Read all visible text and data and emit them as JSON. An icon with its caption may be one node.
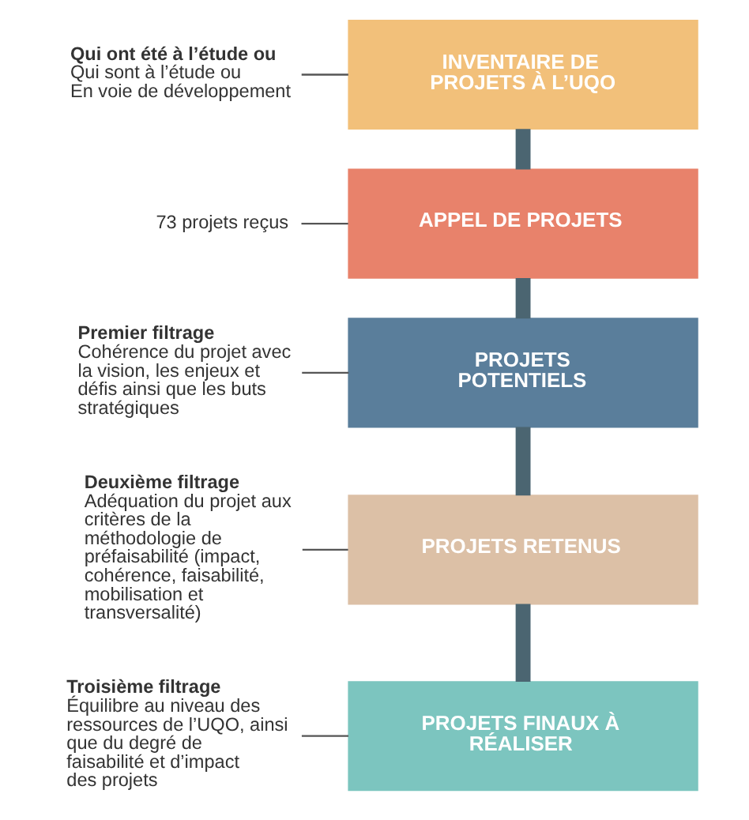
{
  "diagram": {
    "nodes": [
      {
        "text": [
          "INVENTAIRE DE PROJETS À L’UQO"
        ]
      },
      {
        "text": [
          "Qui ont été à l’étude ou",
          "Qui sont à l’étude ou",
          "En voie de développement"
        ]
      },
      {
        "text": [
          "APPEL DE PROJETS"
        ]
      },
      {
        "text": [
          "73 projets reçus"
        ]
      },
      {
        "text": [
          "PROJETS POTENTIELS"
        ]
      },
      {
        "text": [
          "Premier filtrage",
          "Cohérence du projet avec la vision, les enjeux et défis ainsi que les buts stratégiques"
        ]
      },
      {
        "text": [
          "PROJETS RETENUS"
        ]
      },
      {
        "text": [
          "Deuxième filtrage",
          "Adéquation du projet aux critères de la méthodologie de préfaisabilité (impact, cohérence, faisabilité, mobilisation et transversalité)"
        ]
      },
      {
        "text": [
          "PROJETS FINAUX À RÉALISER"
        ]
      },
      {
        "text": [
          "Troisième filtrage",
          "Équilibre au niveau des ressources de l’UQO, ainsi que du degré de faisabilité et d’impact des projets"
        ]
      }
    ],
    "edges": [
      {
        "from": 1,
        "to": 0,
        "arrow": "none"
      },
      {
        "from": 3,
        "to": 2,
        "arrow": "none"
      },
      {
        "from": 5,
        "to": 4,
        "arrow": "none"
      },
      {
        "from": 7,
        "to": 6,
        "arrow": "none"
      },
      {
        "from": 9,
        "to": 8,
        "arrow": "none"
      },
      {
        "from": 0,
        "to": 2,
        "arrow": "none",
        "style": "thick",
        "color": "#4b6571"
      },
      {
        "from": 2,
        "to": 4,
        "arrow": "none",
        "style": "thick",
        "color": "#4b6571"
      },
      {
        "from": 4,
        "to": 6,
        "arrow": "none",
        "style": "thick",
        "color": "#4b6571"
      },
      {
        "from": 6,
        "to": 8,
        "arrow": "none",
        "style": "thick",
        "color": "#4b6571"
      }
    ]
  }
}
